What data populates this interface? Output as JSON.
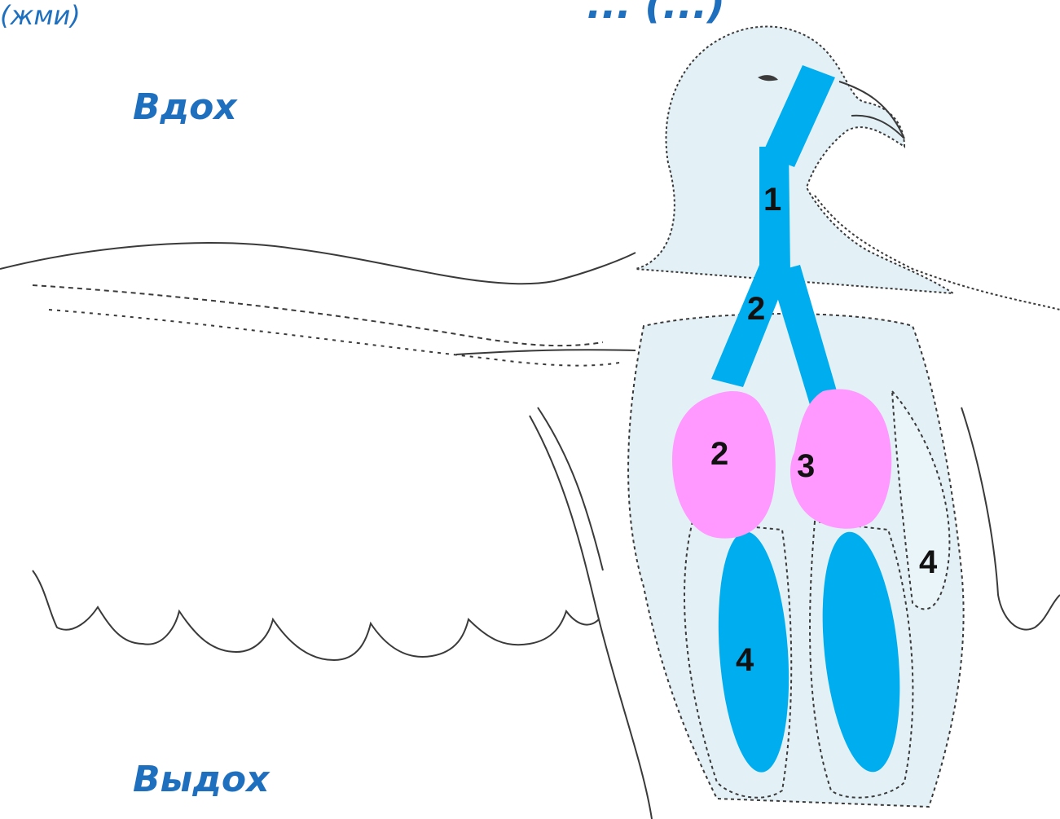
{
  "title_fragment": "... (...)",
  "controls": {
    "inhale_label": "Вдох",
    "inhale_hint": "(жми)",
    "exhale_label": "Выдох"
  },
  "labels": {
    "trachea": "1",
    "bronchus": "2",
    "lung_left": "2",
    "lung_right": "3",
    "air_sac_left": "4",
    "air_sac_right": "4"
  },
  "colors": {
    "airway_blue": "#00AEEF",
    "lung_pink": "#FF99FF",
    "bird_fill": "#E3F1F7",
    "outline": "#3a3a3a",
    "button_text": "#1F6FBF"
  }
}
